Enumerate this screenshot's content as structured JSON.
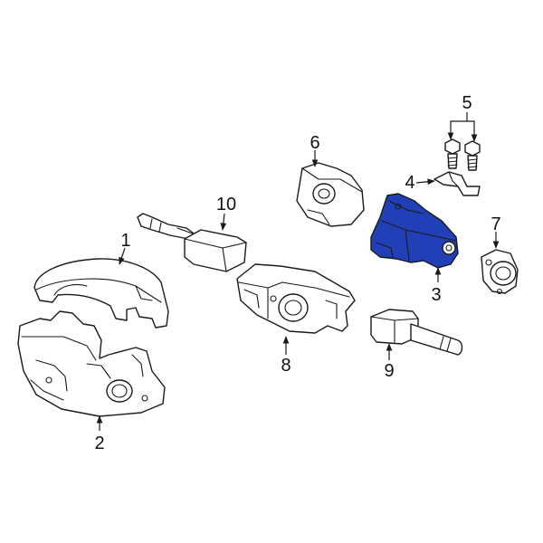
{
  "highlight_color": "#2140b8",
  "callouts": [
    {
      "id": "1",
      "label": "1"
    },
    {
      "id": "2",
      "label": "2"
    },
    {
      "id": "3",
      "label": "3"
    },
    {
      "id": "4",
      "label": "4"
    },
    {
      "id": "5",
      "label": "5"
    },
    {
      "id": "6",
      "label": "6"
    },
    {
      "id": "7",
      "label": "7"
    },
    {
      "id": "8",
      "label": "8"
    },
    {
      "id": "9",
      "label": "9"
    },
    {
      "id": "10",
      "label": "10"
    }
  ]
}
